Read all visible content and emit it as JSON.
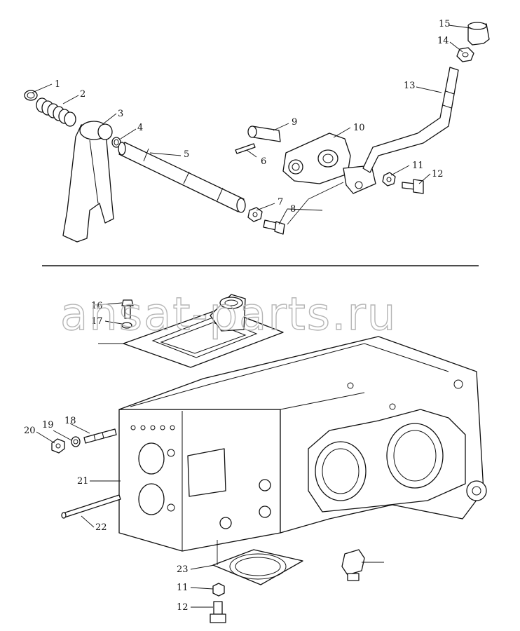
{
  "watermark": "ansat-parts.ru",
  "callouts_upper": [
    {
      "id": "c1",
      "text": "1"
    },
    {
      "id": "c2",
      "text": "2"
    },
    {
      "id": "c3",
      "text": "3"
    },
    {
      "id": "c4",
      "text": "4"
    },
    {
      "id": "c5",
      "text": "5"
    },
    {
      "id": "c6",
      "text": "6"
    },
    {
      "id": "c7",
      "text": "7"
    },
    {
      "id": "c8",
      "text": "8"
    },
    {
      "id": "c9",
      "text": "9"
    },
    {
      "id": "c10",
      "text": "10"
    },
    {
      "id": "c11a",
      "text": "11"
    },
    {
      "id": "c12a",
      "text": "12"
    },
    {
      "id": "c13",
      "text": "13"
    },
    {
      "id": "c14",
      "text": "14"
    },
    {
      "id": "c15",
      "text": "15"
    }
  ],
  "callouts_lower": [
    {
      "id": "c16",
      "text": "16"
    },
    {
      "id": "c17",
      "text": "17"
    },
    {
      "id": "c18",
      "text": "18"
    },
    {
      "id": "c19",
      "text": "19"
    },
    {
      "id": "c20",
      "text": "20"
    },
    {
      "id": "c21",
      "text": "21"
    },
    {
      "id": "c22",
      "text": "22"
    },
    {
      "id": "c23",
      "text": "23"
    },
    {
      "id": "c11b",
      "text": "11"
    },
    {
      "id": "c12b",
      "text": "12"
    }
  ]
}
